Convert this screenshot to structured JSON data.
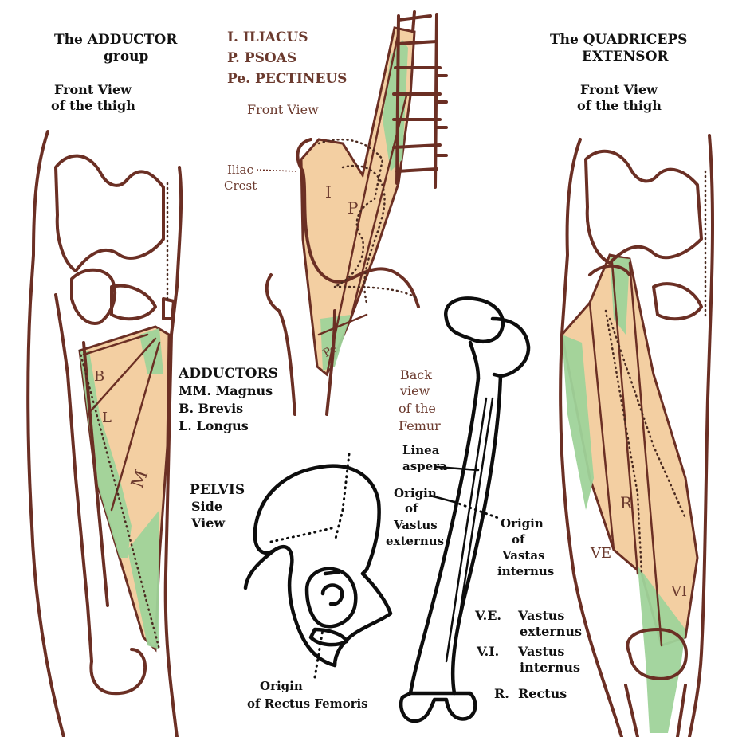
{
  "colors": {
    "outline": "#6b2f24",
    "muscle_fill": "#f3cfa2",
    "origin_green": "#9fd39a",
    "bone_black": "#0d0d0d"
  },
  "adductor": {
    "title_line1": "The ADDUCTOR",
    "title_line2": "group",
    "view_line1": "Front View",
    "view_line2": "of the thigh",
    "legend_heading": "ADDUCTORS",
    "legend_mm": "MM. Magnus",
    "legend_b": "B. Brevis",
    "legend_l": "L. Longus",
    "label_b": "B",
    "label_l": "L",
    "label_m": "M"
  },
  "iliopsoas": {
    "legend_i": "I. ILIACUS",
    "legend_p": "P. PSOAS",
    "legend_pe": "Pe. PECTINEUS",
    "view": "Front View",
    "iliac_line1": "Iliac",
    "iliac_line2": "Crest",
    "label_i": "I",
    "label_p": "P",
    "label_pe": "Pe"
  },
  "quadriceps": {
    "title_line1": "The QUADRICEPS",
    "title_line2": "EXTENSOR",
    "view_line1": "Front View",
    "view_line2": "of the thigh",
    "label_r": "R",
    "label_ve": "VE",
    "label_vi": "VI",
    "legend_ve_abbr": "V.E.",
    "legend_ve_line1": "Vastus",
    "legend_ve_line2": "externus",
    "legend_vi_abbr": "V.I.",
    "legend_vi_line1": "Vastus",
    "legend_vi_line2": "internus",
    "legend_r_abbr": "R.",
    "legend_r_name": "Rectus"
  },
  "femur": {
    "back_line1": "Back",
    "back_line2": "view",
    "back_line3": "of the",
    "back_line4": "Femur",
    "linea_line1": "Linea",
    "linea_line2": "aspera",
    "origin_ext_line1": "Origin",
    "origin_ext_line2": "of",
    "origin_ext_line3": "Vastus",
    "origin_ext_line4": "externus",
    "origin_int_line1": "Origin",
    "origin_int_line2": "of",
    "origin_int_line3": "Vastas",
    "origin_int_line4": "internus"
  },
  "pelvis": {
    "title_line1": "PELVIS",
    "title_line2": "Side",
    "title_line3": "View",
    "origin_line1": "Origin",
    "origin_line2": "of Rectus Femoris"
  }
}
